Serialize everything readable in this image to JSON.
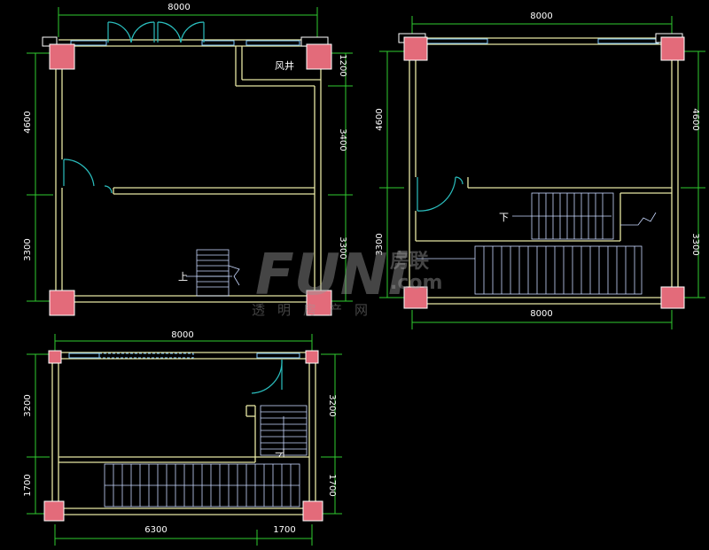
{
  "colors": {
    "wall": "#e7e7a4",
    "dimension": "#2fcc2f",
    "column": "#e36b7a",
    "door": "#2bbfbf",
    "stair": "#c8d8ff",
    "window": "#7fc8ff",
    "text": "#ffffff"
  },
  "plan_a": {
    "dim_top": "8000",
    "dim_left_top": "4600",
    "dim_left_bottom": "3300",
    "dim_right_1": "1200",
    "dim_right_2": "3400",
    "dim_right_3": "3300",
    "room_label": "风井",
    "stair_label": "上"
  },
  "plan_b": {
    "dim_top": "8000",
    "dim_bottom": "8000",
    "dim_left_top": "4600",
    "dim_left_bottom": "3300",
    "dim_right_top": "4600",
    "dim_right_bottom": "3300",
    "stair_label": "下"
  },
  "plan_c": {
    "dim_top": "8000",
    "dim_bottom_left": "6300",
    "dim_bottom_right": "1700",
    "dim_left_top": "3200",
    "dim_left_bottom": "1700",
    "dim_right_top": "3200",
    "dim_right_bottom": "1700",
    "stair_label": "下"
  },
  "watermark": {
    "logo": "FUNi",
    "logo_cn": "房联",
    "logo_com": ".com",
    "tagline": "透明房产网"
  }
}
